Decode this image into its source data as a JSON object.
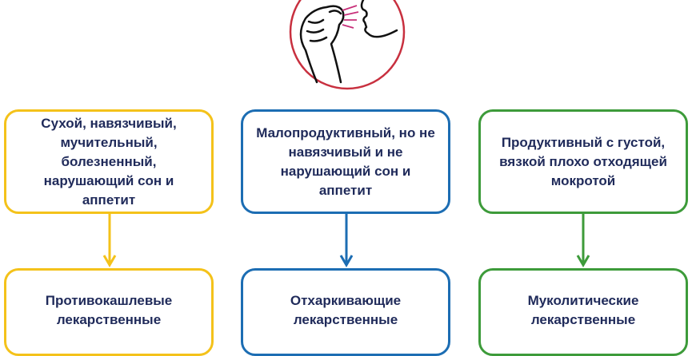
{
  "colors": {
    "yellow": "#f4c21a",
    "blue": "#1c6db3",
    "green": "#3d9b3a",
    "text": "#1f2a5a",
    "circle": "#c8303f"
  },
  "illustration": {
    "icon": "coughing-person-icon"
  },
  "columns": [
    {
      "cough_type": "Сухой, навязчивый, мучительный, болезненный, нарушающий сон и аппетит",
      "drug_class": "Противокашлевые лекарственные"
    },
    {
      "cough_type": "Малопродуктивный, но не навязчивый и не нарушающий сон и аппетит",
      "drug_class": "Отхаркивающие лекарственные"
    },
    {
      "cough_type": "Продуктивный с густой, вязкой плохо отходящей мокротой",
      "drug_class": "Муколитические лекарственные"
    }
  ]
}
